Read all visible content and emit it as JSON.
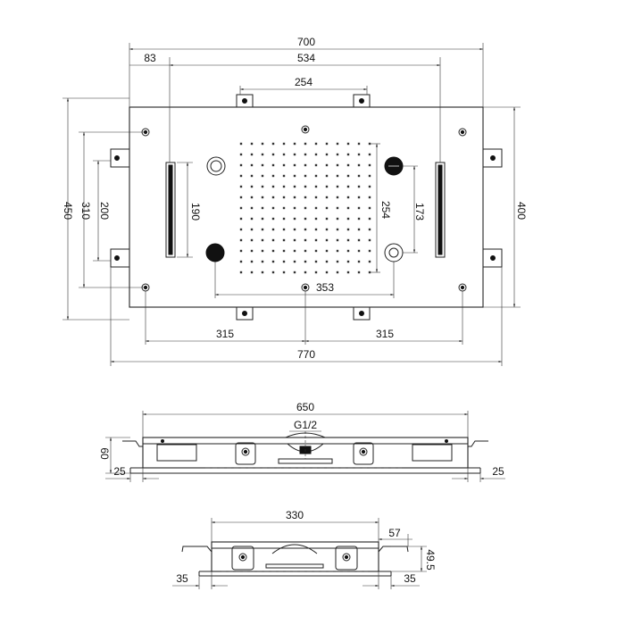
{
  "top_view": {
    "dims": {
      "overall_width": "700",
      "offset_left": "83",
      "inner_width": "534",
      "top_bracket_spacing": "254",
      "height_outer": "450",
      "height_mid": "310",
      "height_inner": "200",
      "light_strip_length": "190",
      "nozzle_grid_height": "254",
      "knob_spacing": "173",
      "panel_height": "400",
      "nozzle_grid_width": "353",
      "half_left": "315",
      "half_right": "315",
      "bracket_span": "770"
    }
  },
  "front_view": {
    "dims": {
      "width": "650",
      "thread": "G1/2",
      "height": "60",
      "side_left": "25",
      "side_right": "25"
    }
  },
  "side_view": {
    "dims": {
      "width": "330",
      "offset": "57",
      "height": "49.5",
      "side_left": "35",
      "side_right": "35"
    }
  },
  "colors": {
    "line": "#222222",
    "background": "#ffffff"
  }
}
